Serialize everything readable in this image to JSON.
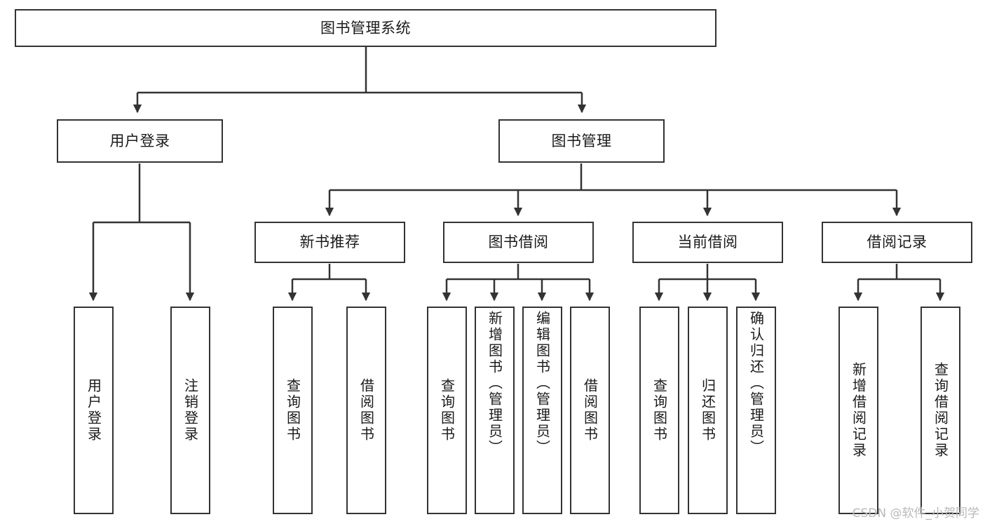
{
  "diagram": {
    "type": "tree",
    "title": "图书管理系统",
    "orientation": "top-down",
    "colors": {
      "box_border": "#333333",
      "box_fill": "#ffffff",
      "connector": "#333333",
      "text": "#1a1a1a",
      "watermark": "#b9b9b9",
      "background": "#ffffff"
    },
    "root": {
      "label": "图书管理系统",
      "children": [
        {
          "label": "用户登录",
          "children": [
            {
              "label": "用户登录"
            },
            {
              "label": "注销登录"
            }
          ]
        },
        {
          "label": "图书管理",
          "children": [
            {
              "label": "新书推荐",
              "children": [
                {
                  "label": "查询图书"
                },
                {
                  "label": "借阅图书"
                }
              ]
            },
            {
              "label": "图书借阅",
              "children": [
                {
                  "label": "查询图书"
                },
                {
                  "label": "新增图书（管理员）"
                },
                {
                  "label": "编辑图书（管理员）"
                },
                {
                  "label": "借阅图书"
                }
              ]
            },
            {
              "label": "当前借阅",
              "children": [
                {
                  "label": "查询图书"
                },
                {
                  "label": "归还图书"
                },
                {
                  "label": "确认归还（管理员）"
                }
              ]
            },
            {
              "label": "借阅记录",
              "children": [
                {
                  "label": "新增借阅记录"
                },
                {
                  "label": "查询借阅记录"
                }
              ]
            }
          ]
        }
      ]
    },
    "nodes": {
      "root": "图书管理系统",
      "l2_user": "用户登录",
      "l2_book": "图书管理",
      "l3_newbook": "新书推荐",
      "l3_borrow": "图书借阅",
      "l3_current": "当前借阅",
      "l3_record": "借阅记录",
      "leaf_user_login": "用户登录",
      "leaf_user_logout": "注销登录",
      "leaf_nb_query": "查询图书",
      "leaf_nb_borrow": "借阅图书",
      "leaf_br_query": "查询图书",
      "leaf_br_add": "新增图书（管理员）",
      "leaf_br_edit": "编辑图书（管理员）",
      "leaf_br_borrow": "借阅图书",
      "leaf_cur_query": "查询图书",
      "leaf_cur_return": "归还图书",
      "leaf_cur_confirm": "确认归还（管理员）",
      "leaf_rec_add": "新增借阅记录",
      "leaf_rec_query": "查询借阅记录"
    }
  },
  "watermark": {
    "text": "CSDN @软件_小贺同学"
  }
}
